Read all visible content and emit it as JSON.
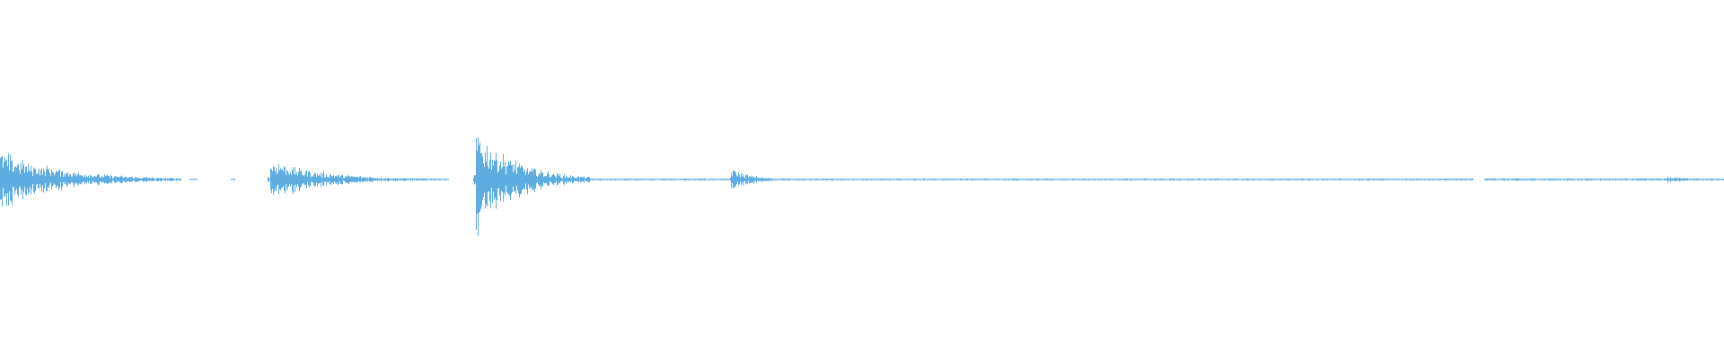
{
  "waveform": {
    "color": "#5dade2",
    "background": "#ffffff",
    "bursts": [
      {
        "position": 0.0,
        "amplitude": 0.22,
        "decay": 0.035
      },
      {
        "position": 0.157,
        "amplitude": 0.16,
        "decay": 0.03
      },
      {
        "position": 0.276,
        "amplitude": 0.42,
        "decay": 0.022
      },
      {
        "position": 0.424,
        "amplitude": 0.09,
        "decay": 0.012
      },
      {
        "position": 0.967,
        "amplitude": 0.03,
        "decay": 0.01
      }
    ],
    "segments": [
      {
        "start": 0.0,
        "end": 0.051,
        "level": 0.01
      },
      {
        "start": 0.095,
        "end": 0.097,
        "level": 0.004
      },
      {
        "start": 0.11,
        "end": 0.114,
        "level": 0.004
      },
      {
        "start": 0.134,
        "end": 0.136,
        "level": 0.004
      },
      {
        "start": 0.157,
        "end": 0.26,
        "level": 0.006
      },
      {
        "start": 0.276,
        "end": 0.3,
        "level": 0.01
      },
      {
        "start": 0.306,
        "end": 0.308,
        "level": 0.004
      },
      {
        "start": 0.311,
        "end": 0.854,
        "level": 0.006
      },
      {
        "start": 0.861,
        "end": 1.0,
        "level": 0.007
      }
    ]
  }
}
